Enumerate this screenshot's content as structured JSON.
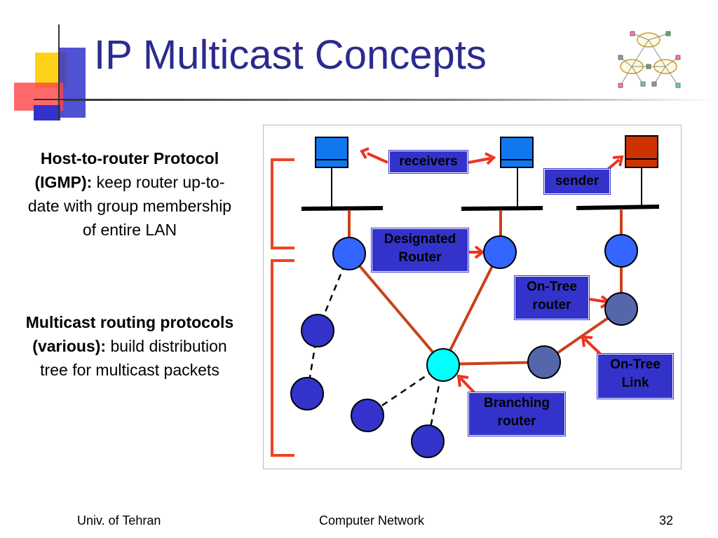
{
  "slide": {
    "title": "IP Multicast Concepts",
    "left_text": {
      "block1_bold": "Host-to-router Protocol (IGMP):",
      "block1_rest": "keep router up-to-date with group membership of entire LAN",
      "block2_bold": "Multicast routing protocols (various):",
      "block2_rest": "build distribution tree for multicast packets"
    },
    "footer": {
      "left": "Univ. of Tehran",
      "center": "Computer Network",
      "page": "32"
    }
  },
  "diagram": {
    "labels": {
      "receivers": "receivers",
      "sender": "sender",
      "designated_router": "Designated Router",
      "on_tree_router": "On-Tree router",
      "on_tree_link": "On-Tree Link",
      "branching_router": "Branching router"
    }
  },
  "colors": {
    "title": "#2b2b8f",
    "label_bg": "#3333cc",
    "tree_link": "#c8421b",
    "arrow": "#ee3322",
    "receiver_host": "#1177ee",
    "sender_host": "#cc3300",
    "router": "#3366ff",
    "dark_router": "#3333cc",
    "ontree_router": "#5566aa",
    "branching": "#00ffff"
  }
}
